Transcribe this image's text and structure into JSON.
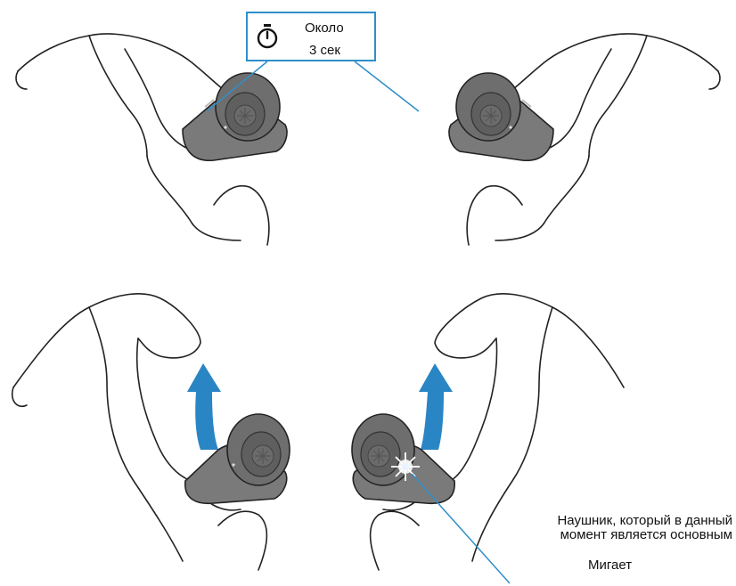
{
  "callout": {
    "line1": "Около",
    "line2": "3 сек",
    "icon": "stopwatch-icon"
  },
  "notes": {
    "primary_line1": "Наушник, который в данный",
    "primary_line2": "момент является основным",
    "blinks": "Мигает"
  },
  "colors": {
    "accent": "#2f8fc9",
    "arrow": "#2a85c4",
    "earbud": "#6e6e6e",
    "outline": "#222222"
  }
}
